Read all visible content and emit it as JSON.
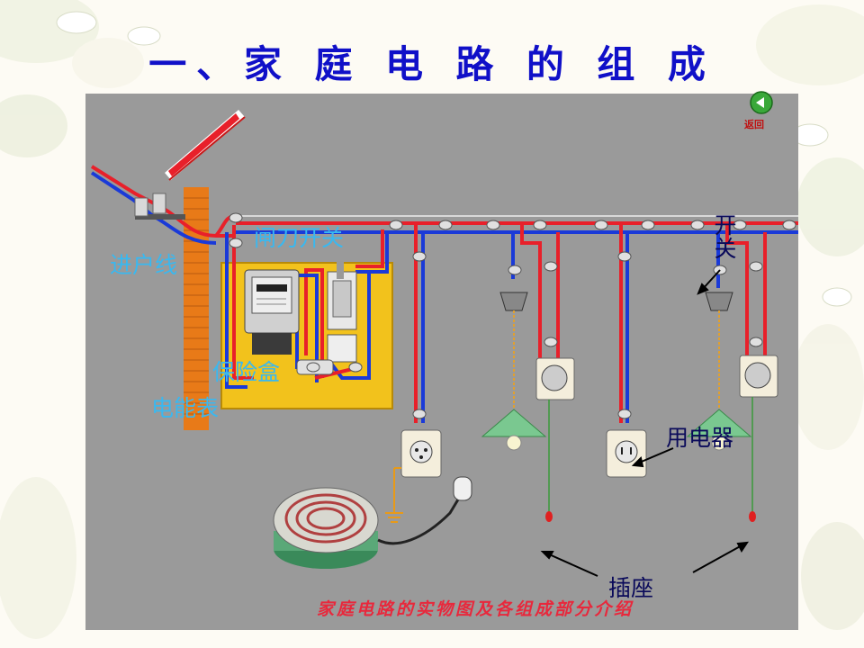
{
  "slide": {
    "title": "一、家 庭 电 路 的 组 成",
    "back_label": "返回",
    "caption": "家庭电路的实物图及各组成部分介绍"
  },
  "labels": {
    "incoming_line": "进户线",
    "knife_switch": "闸刀开关",
    "fuse": "保险盒",
    "meter": "电能表",
    "switch": "开关",
    "appliance": "用电器",
    "socket": "插座"
  },
  "colors": {
    "title": "#1010c8",
    "live_wire": "#e8202a",
    "neutral_wire": "#1a3ad8",
    "panel_bg": "#9a9a9a",
    "board": "#f2c21c",
    "label_cyan": "#39b8f0",
    "caption": "#e8283c"
  },
  "icons": [
    "back-arrow-icon",
    "electric-meter-icon",
    "knife-switch-icon",
    "fuse-box-icon",
    "lamp-icon",
    "socket-icon",
    "ground-icon",
    "pull-switch-icon",
    "stove-icon",
    "plug-icon"
  ]
}
